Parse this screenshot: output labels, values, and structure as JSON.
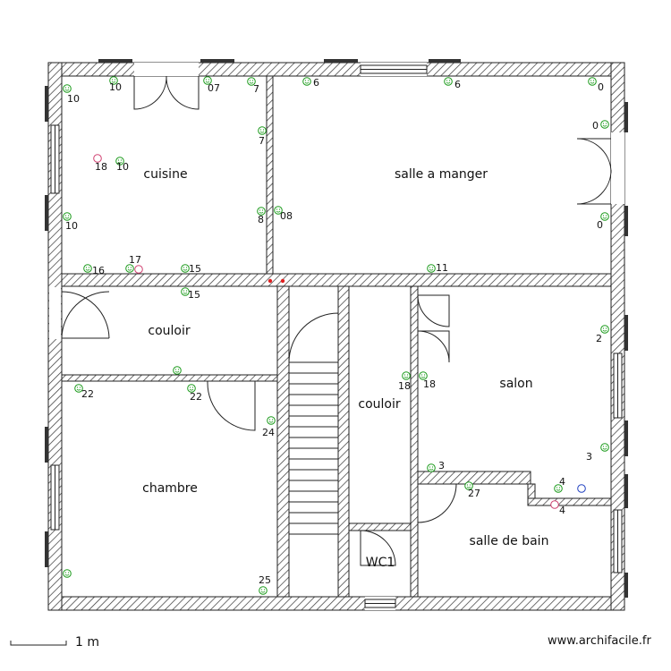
{
  "rooms": {
    "cuisine": "cuisine",
    "salle_a_manger": "salle a manger",
    "couloir_left": "couloir",
    "couloir_center": "couloir",
    "salon": "salon",
    "chambre": "chambre",
    "salle_de_bain": "salle de bain",
    "wc": "WC1"
  },
  "scale": {
    "label": "1 m"
  },
  "footer": {
    "site": "www.archifacile.fr"
  },
  "markers": {
    "m01": "10",
    "m02": "10",
    "m03": "07",
    "m04": "7",
    "m05": "6",
    "m06": "6",
    "m07": "0",
    "m08": "0",
    "m09": "18",
    "m10": "10",
    "m11": "7",
    "m12": "8",
    "m13": "08",
    "m14": "10",
    "m15": "0",
    "m16": "16",
    "m17": "17",
    "m18": "15",
    "m19": "15",
    "m20": "11",
    "m21": "2",
    "m22": "22",
    "m23": "22",
    "m24": "18",
    "m25": "18",
    "m26": "24",
    "m27": "3",
    "m28": "27",
    "m29": "4",
    "m30": "4",
    "m31": "3",
    "m32": "25"
  },
  "colors": {
    "sensor_ok": "#1a9a1a",
    "sensor_alert": "#d04070",
    "sensor_info": "#2040c0",
    "wall": "#222222"
  }
}
